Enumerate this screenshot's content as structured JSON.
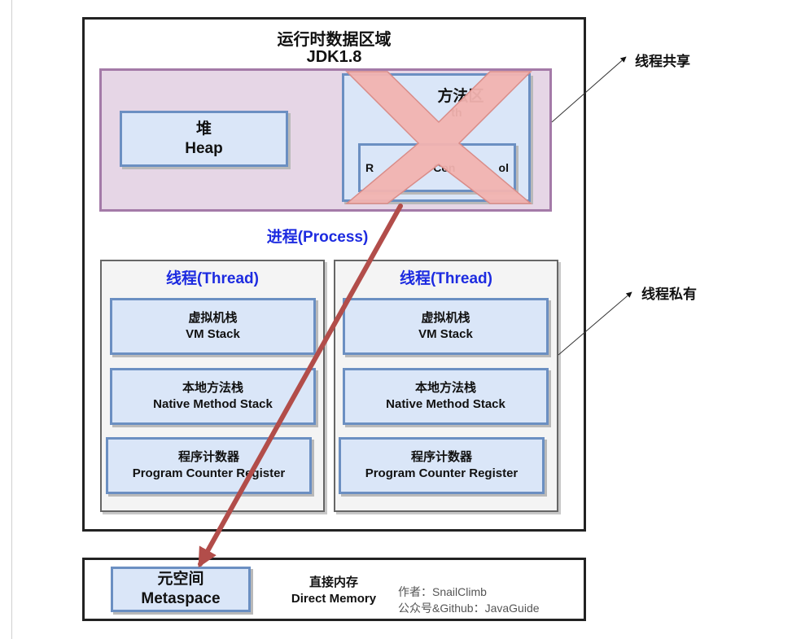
{
  "runtime": {
    "title": "运行时数据区域",
    "version": "JDK1.8"
  },
  "heap": {
    "zh": "堆",
    "en": "Heap"
  },
  "method_area": {
    "zh": "方法区",
    "en_fragment": "th",
    "constant_pool_fragment_left": "R",
    "constant_pool_fragment_mid": "Con",
    "constant_pool_fragment_right": "ol"
  },
  "process_label": "进程(Process)",
  "threads": [
    {
      "label": "线程(Thread)",
      "vm_stack": {
        "zh": "虚拟机栈",
        "en": "VM Stack"
      },
      "native_stack": {
        "zh": "本地方法栈",
        "en": "Native Method Stack"
      },
      "pc_register": {
        "zh": "程序计数器",
        "en": "Program Counter Register"
      }
    },
    {
      "label": "线程(Thread)",
      "vm_stack": {
        "zh": "虚拟机栈",
        "en": "VM Stack"
      },
      "native_stack": {
        "zh": "本地方法栈",
        "en": "Native Method Stack"
      },
      "pc_register": {
        "zh": "程序计数器",
        "en": "Program Counter Register"
      }
    }
  ],
  "side_labels": {
    "shared": "线程共享",
    "private": "线程私有"
  },
  "metaspace": {
    "zh": "元空间",
    "en": "Metaspace"
  },
  "direct_memory": {
    "zh": "直接内存",
    "en": "Direct Memory"
  },
  "author": {
    "line1": "作者：SnailClimb",
    "line2": "公众号&Github：JavaGuide"
  },
  "colors": {
    "x_mark": "#f2b3b0",
    "x_mark_border": "#d98c88",
    "arrow": "#b24d4a",
    "heap_region": "#e6d6e6",
    "box_fill": "#dae6f8",
    "box_border": "#6b8fc2",
    "blue_text": "#1d2be0"
  }
}
